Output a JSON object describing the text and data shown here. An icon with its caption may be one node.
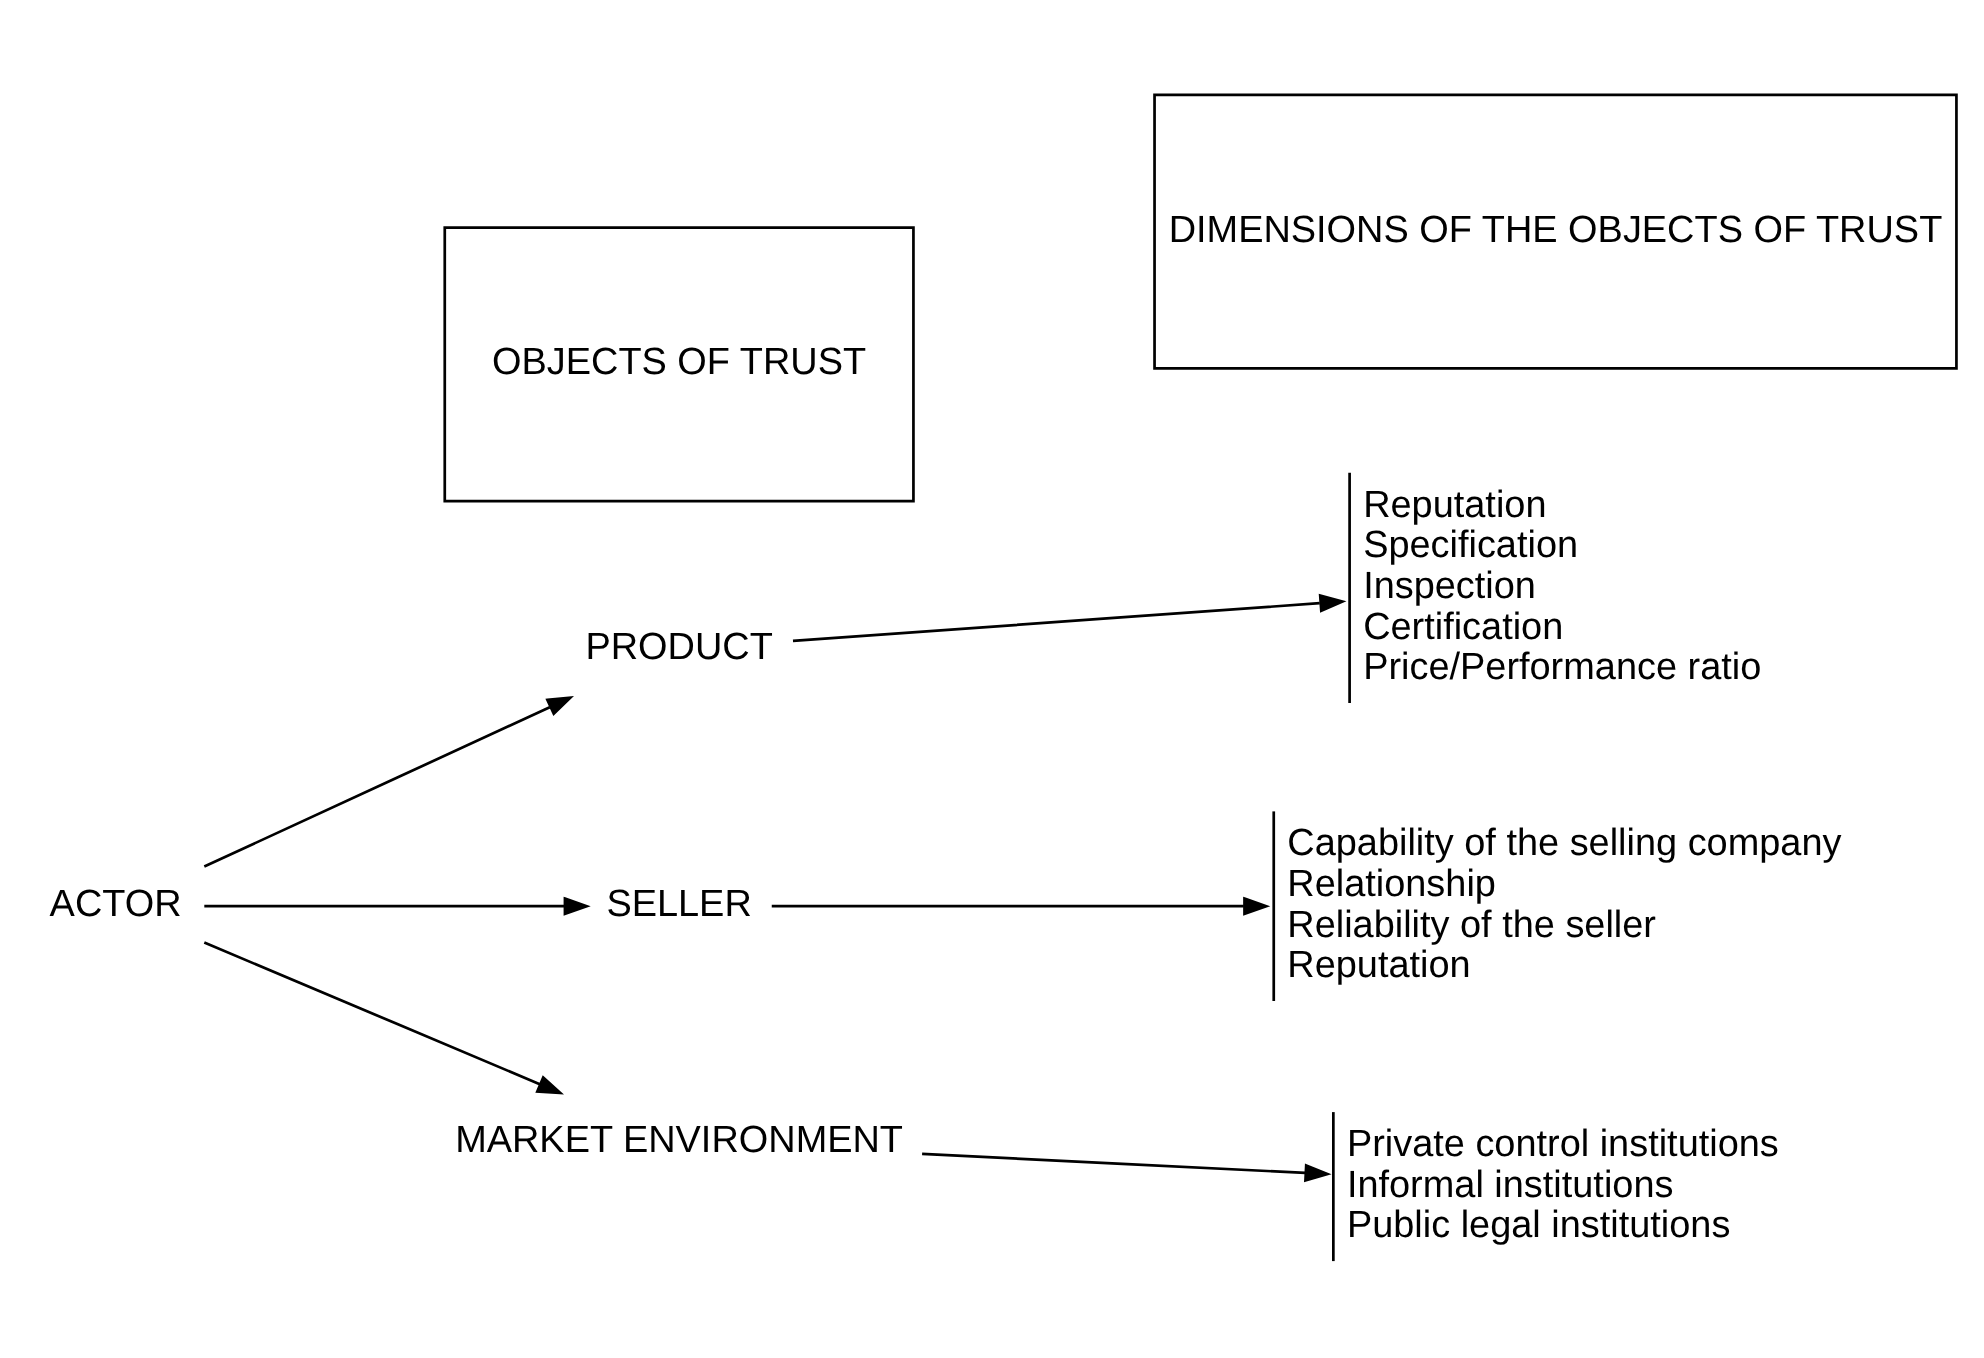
{
  "diagram": {
    "nodes": [
      {
        "text": [
          "OBJECTS OF TRUST"
        ]
      },
      {
        "text": [
          "DIMENSIONS OF THE OBJECTS OF TRUST"
        ]
      },
      {
        "text": [
          "ACTOR"
        ]
      },
      {
        "text": [
          "PRODUCT"
        ]
      },
      {
        "text": [
          "Reputation",
          "Specification",
          "Inspection",
          "Certification",
          "Price/Performance ratio"
        ]
      },
      {
        "text": [
          "SELLER"
        ]
      },
      {
        "text": [
          "Capability of the selling company",
          "Relationship",
          "Reliability of the seller",
          "Reputation"
        ]
      },
      {
        "text": [
          "MARKET ENVIRONMENT"
        ]
      },
      {
        "text": [
          "Private control institutions",
          "Informal institutions",
          "Public legal institutions"
        ]
      }
    ],
    "edges": [
      {
        "from": 2,
        "to": 3,
        "arrow": "to"
      },
      {
        "from": 2,
        "to": 5,
        "arrow": "to"
      },
      {
        "from": 2,
        "to": 7,
        "arrow": "to"
      },
      {
        "from": 3,
        "to": 4,
        "arrow": "to"
      },
      {
        "from": 5,
        "to": 6,
        "arrow": "to"
      },
      {
        "from": 7,
        "to": 8,
        "arrow": "to"
      }
    ]
  }
}
